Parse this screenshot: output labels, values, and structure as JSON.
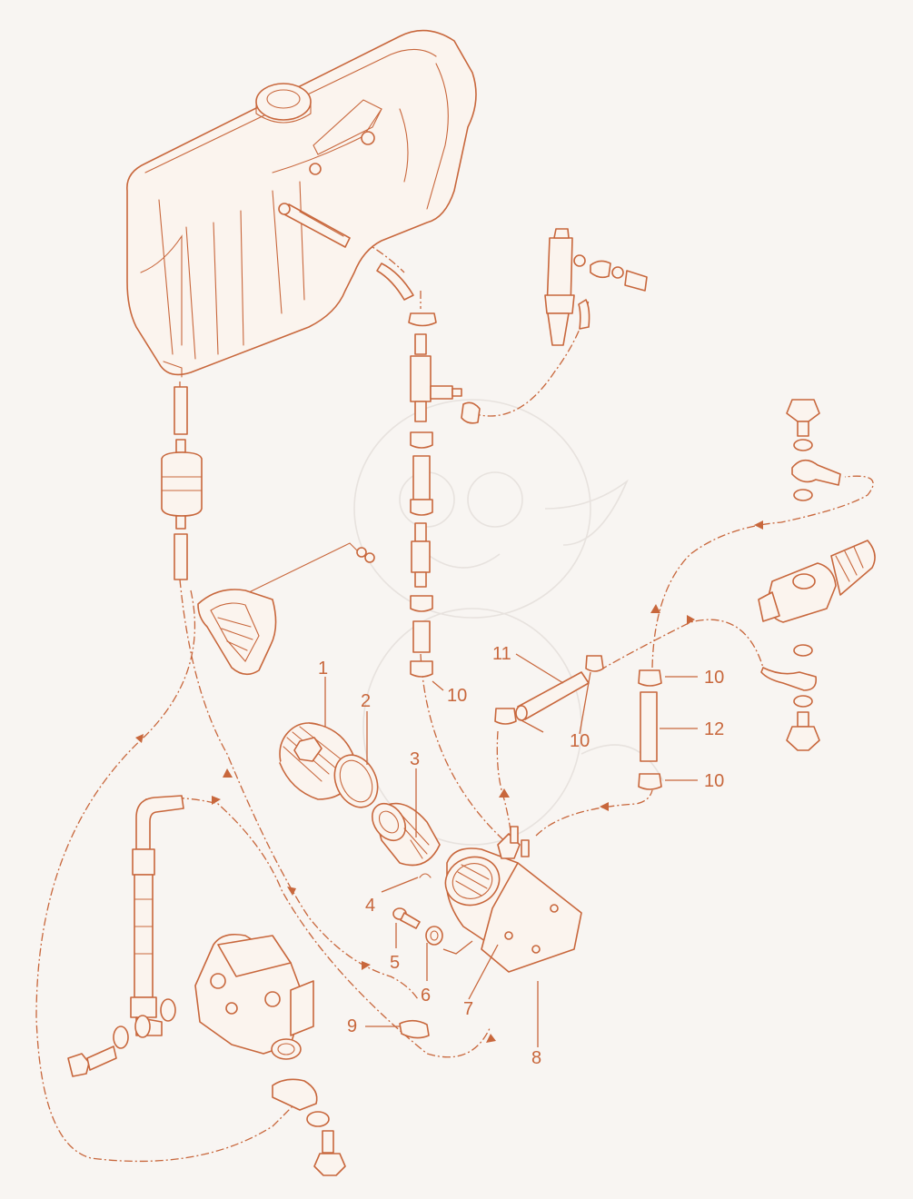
{
  "colors": {
    "line": "#c8673c",
    "background": "#f8f5f2",
    "watermark": "#e7e2de"
  },
  "callouts": [
    {
      "id": "1",
      "text": "1"
    },
    {
      "id": "2",
      "text": "2"
    },
    {
      "id": "3",
      "text": "3"
    },
    {
      "id": "4",
      "text": "4"
    },
    {
      "id": "5",
      "text": "5"
    },
    {
      "id": "6",
      "text": "6"
    },
    {
      "id": "7",
      "text": "7"
    },
    {
      "id": "8",
      "text": "8"
    },
    {
      "id": "9",
      "text": "9"
    },
    {
      "id": "10a",
      "text": "10"
    },
    {
      "id": "10b",
      "text": "10"
    },
    {
      "id": "10c",
      "text": "10"
    },
    {
      "id": "10d",
      "text": "10"
    },
    {
      "id": "11",
      "text": "11"
    },
    {
      "id": "12",
      "text": "12"
    }
  ]
}
